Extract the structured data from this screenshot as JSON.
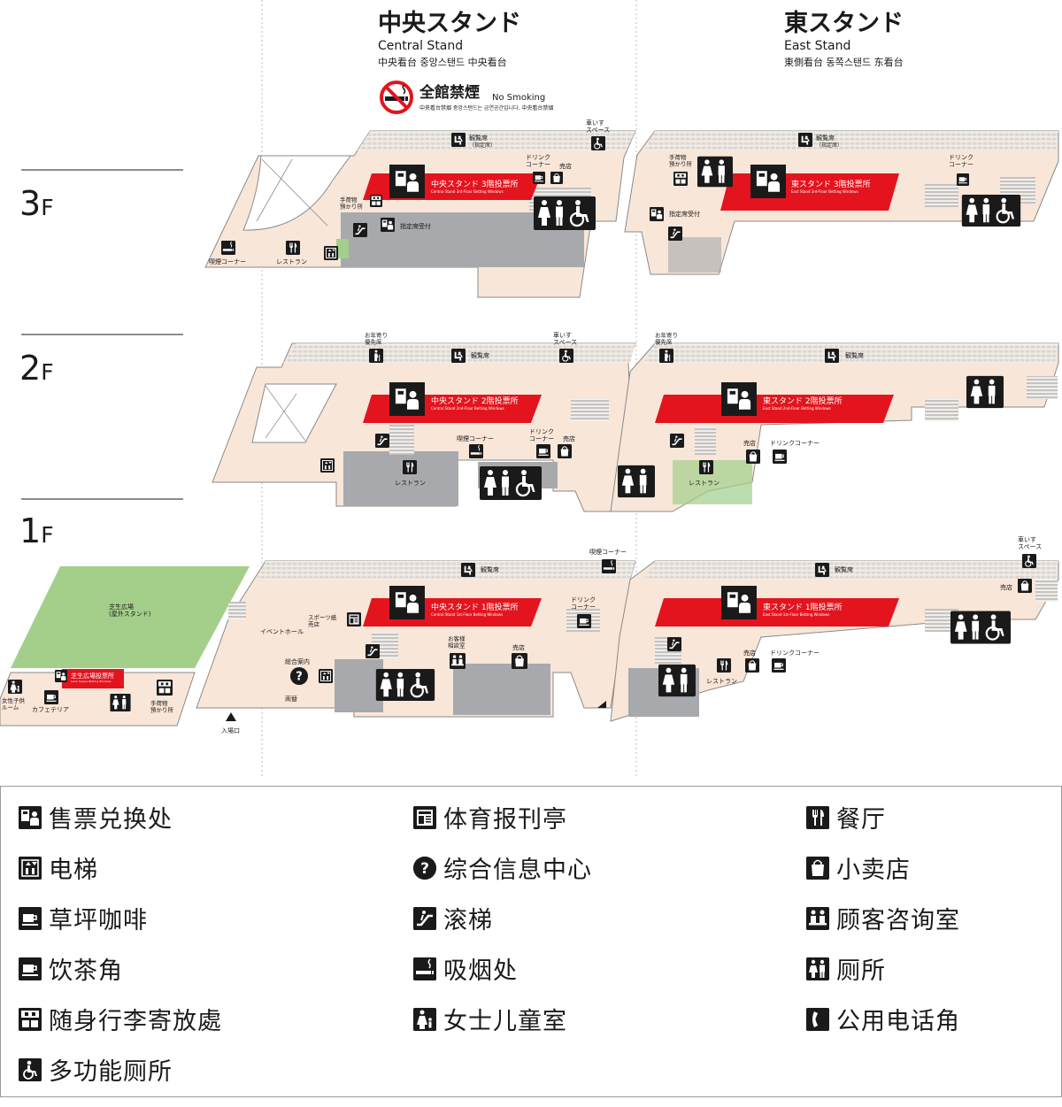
{
  "header": {
    "central": {
      "title": "中央スタンド",
      "en": "Central Stand",
      "sub": "中央看台  중앙스탠드  中央看台"
    },
    "east": {
      "title": "東スタンド",
      "en": "East Stand",
      "sub": "東側看台  동쪽스탠드  东看台"
    },
    "no_smoking": {
      "ja": "全館禁煙",
      "en": "No Smoking",
      "sub": "中央看台禁烟  중앙스탠드는 금연공간입니다.  中央看台禁烟"
    }
  },
  "floors": {
    "f3": "3F",
    "f2": "2F",
    "f1": "1F"
  },
  "floor_markers": {
    "f3": "3",
    "f2": "2",
    "f1": "1",
    "suffix": "F"
  },
  "betting_windows": {
    "c3": {
      "ja": "中央スタンド 3階投票所",
      "en": "Central Stand 3rd-Floor Betting Windows"
    },
    "e3": {
      "ja": "東スタンド 3階投票所",
      "en": "East Stand 3rd-Floor Betting Windows"
    },
    "c2": {
      "ja": "中央スタンド 2階投票所",
      "en": "Central Stand 2nd-Floor Betting Windows"
    },
    "e2": {
      "ja": "東スタンド 2階投票所",
      "en": "East Stand 2nd-Floor Betting Windows"
    },
    "c1": {
      "ja": "中央スタンド 1階投票所",
      "en": "Central Stand 1st-Floor Betting Windows"
    },
    "e1": {
      "ja": "東スタンド 1階投票所",
      "en": "East Stand 1st-Floor Betting Windows"
    },
    "lawn": {
      "ja": "芝生広場投票所",
      "en": "Lawn Square Betting Windows"
    }
  },
  "labels": {
    "seats_reserved": "観覧席",
    "reserved": "（指定席）",
    "seats": "観覧席",
    "wheelchair_space": "車いす\nスペース",
    "drink_corner": "ドリンク\nコーナー",
    "drink_corner_1line": "ドリンクコーナー",
    "shop": "売店",
    "baggage": "手荷物\n預かり所",
    "reserved_desk": "指定席受付",
    "smoking_corner": "喫煙コーナー",
    "restaurant": "レストラン",
    "elderly_priority": "お年寄り\n優先席",
    "lawn_square": "芝生広場\n(屋外スタンド)",
    "event_hall": "イベントホール",
    "sports_paper": "スポーツ紙\n売店",
    "information": "総合案内",
    "both_sides": "両替",
    "customer_consult": "お客様\n相談室",
    "entrance": "入場口",
    "cafeteria": "カフェテリア",
    "women_children": "女性子供\nルーム",
    "baggage_1f": "手荷物\n預かり所"
  },
  "legend": {
    "items": [
      {
        "icon": "ticket-exchange-icon",
        "label": "售票兑换处"
      },
      {
        "icon": "elevator-icon",
        "label": "电梯"
      },
      {
        "icon": "lawn-cafe-icon",
        "label": "草坪咖啡"
      },
      {
        "icon": "tea-corner-icon",
        "label": "饮茶角"
      },
      {
        "icon": "baggage-icon",
        "label": "随身行李寄放處"
      },
      {
        "icon": "accessible-toilet-icon",
        "label": "多功能厕所"
      },
      {
        "icon": "sports-paper-icon",
        "label": "体育报刊亭"
      },
      {
        "icon": "info-icon",
        "label": "综合信息中心"
      },
      {
        "icon": "escalator-icon",
        "label": "滚梯"
      },
      {
        "icon": "smoking-icon",
        "label": "吸烟处"
      },
      {
        "icon": "women-children-icon",
        "label": "女士儿童室"
      },
      {
        "icon": "restaurant-icon",
        "label": "餐厅"
      },
      {
        "icon": "shop-icon",
        "label": "小卖店"
      },
      {
        "icon": "consult-icon",
        "label": "顾客咨询室"
      },
      {
        "icon": "toilet-icon",
        "label": "厕所"
      },
      {
        "icon": "phone-icon",
        "label": "公用电话角"
      }
    ]
  },
  "colors": {
    "floor": "#f8e6d8",
    "seats": "#ebe6e2",
    "betting": "#e3141e",
    "lawn": "#a3cf8b",
    "gray": "#a7a9ac",
    "stairs": "#d9d4d0",
    "icon": "#1a1a1a"
  }
}
